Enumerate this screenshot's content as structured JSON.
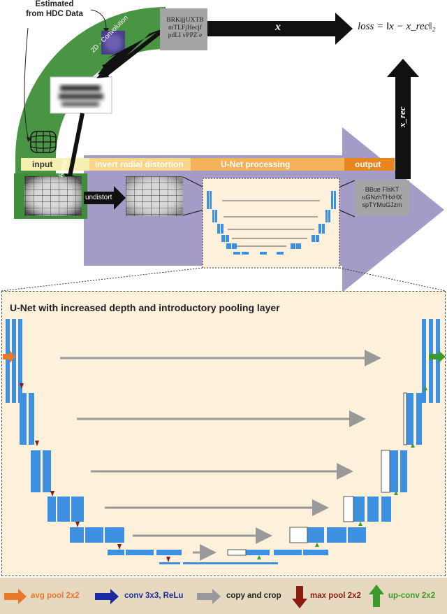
{
  "top": {
    "estimated_label_1": "Estimated",
    "estimated_label_2": "from HDC Data",
    "conv_label": "2D - Convolution",
    "distortion_label": "Radial Distortion",
    "x_label": "x",
    "loss_label": "loss = ‖x − x_rec‖₂",
    "xrec_label": "x_rec",
    "undistort_label": "undistort",
    "text_patch_top": [
      "BRKijjUXTB",
      "mTLFjHecjf",
      "pdLI vPPZ e"
    ],
    "text_patch_bottom": [
      "BBue FIsKT",
      "uGNzhTHxHX",
      "spTYMuGJzm"
    ],
    "stages": {
      "input": "input",
      "invert": "invert radial distortion",
      "unet": "U-Net processing",
      "output": "output"
    },
    "colors": {
      "green_arc": "#3f8f3a",
      "purple": "#a59bc7",
      "input_stage": "#f5f0b0",
      "invert_stage": "#f7d68a",
      "unet_stage": "#f4b25a",
      "output_stage": "#e8851f",
      "detail_bg": "#fdf1dc"
    }
  },
  "detail": {
    "title": "U-Net with increased depth and  introductory pooling layer"
  },
  "legend": {
    "avg_pool": "avg pool 2x2",
    "conv": "conv 3x3, ReLu",
    "copy": "copy and crop",
    "max_pool": "max pool 2x2",
    "up_conv": "up-conv 2x2",
    "colors": {
      "avg_pool": "#e8792b",
      "conv": "#1a2aa0",
      "copy": "#999999",
      "max_pool": "#8a1c10",
      "up_conv": "#3a9a2a"
    }
  }
}
